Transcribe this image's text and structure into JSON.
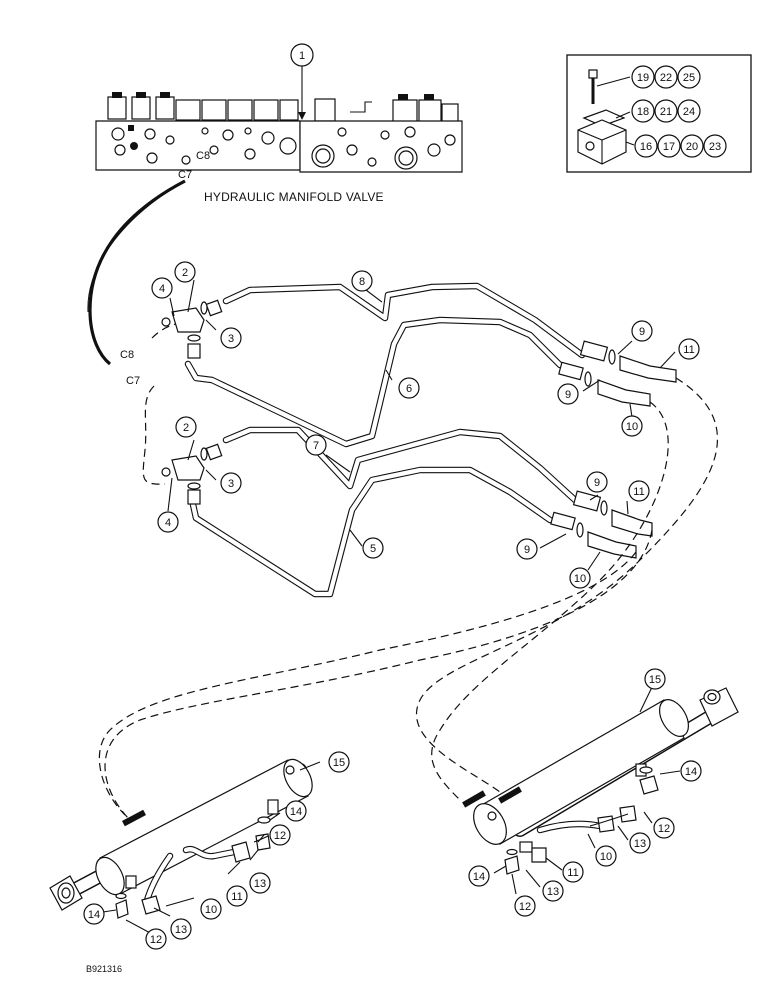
{
  "caption": "HYDRAULIC MANIFOLD VALVE",
  "figure_id": "B921316",
  "port_labels": {
    "c7_top": "C7",
    "c8_top": "C8",
    "c8_side": "C8",
    "c7_side": "C7"
  },
  "callouts": {
    "manifold": "1",
    "elbow_upper": "2",
    "elbow_lower": "2",
    "oring_upper": "3",
    "oring_lower": "3",
    "seal_upper": "4",
    "seal_lower": "4",
    "tube_5": "5",
    "tube_6": "6",
    "tube_7": "7",
    "tube_8": "8",
    "oring9_a": "9",
    "oring9_b": "9",
    "oring9_c": "9",
    "oring9_d": "9",
    "hose10_a": "10",
    "hose10_b": "10",
    "hose10_c": "10",
    "hose10_d": "10",
    "hose11_a": "11",
    "hose11_b": "11",
    "hose11_c": "11",
    "hose11_d": "11",
    "fit12_a": "12",
    "fit12_b": "12",
    "fit12_c": "12",
    "fit12_d": "12",
    "fit13_a": "13",
    "fit13_b": "13",
    "fit13_c": "13",
    "fit13_d": "13",
    "ring14_a": "14",
    "ring14_b": "14",
    "ring14_c": "14",
    "ring14_d": "14",
    "cyl15_left": "15",
    "cyl15_right": "15"
  },
  "inset_callouts": {
    "bolt": [
      "19",
      "22",
      "25"
    ],
    "plate": [
      "18",
      "21",
      "24"
    ],
    "block": [
      "16",
      "17",
      "20",
      "23"
    ]
  }
}
